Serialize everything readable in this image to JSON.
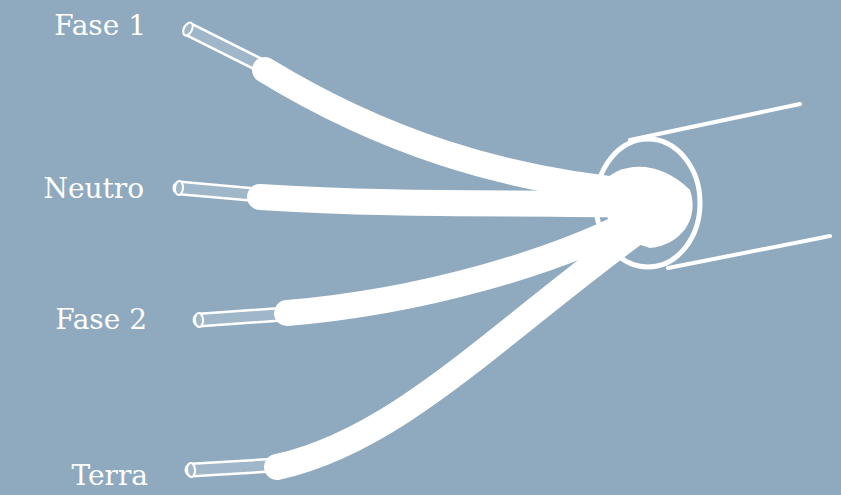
{
  "diagram": {
    "labels": [
      "Fase 1",
      "Neutro",
      "Fase 2",
      "Terra"
    ]
  }
}
